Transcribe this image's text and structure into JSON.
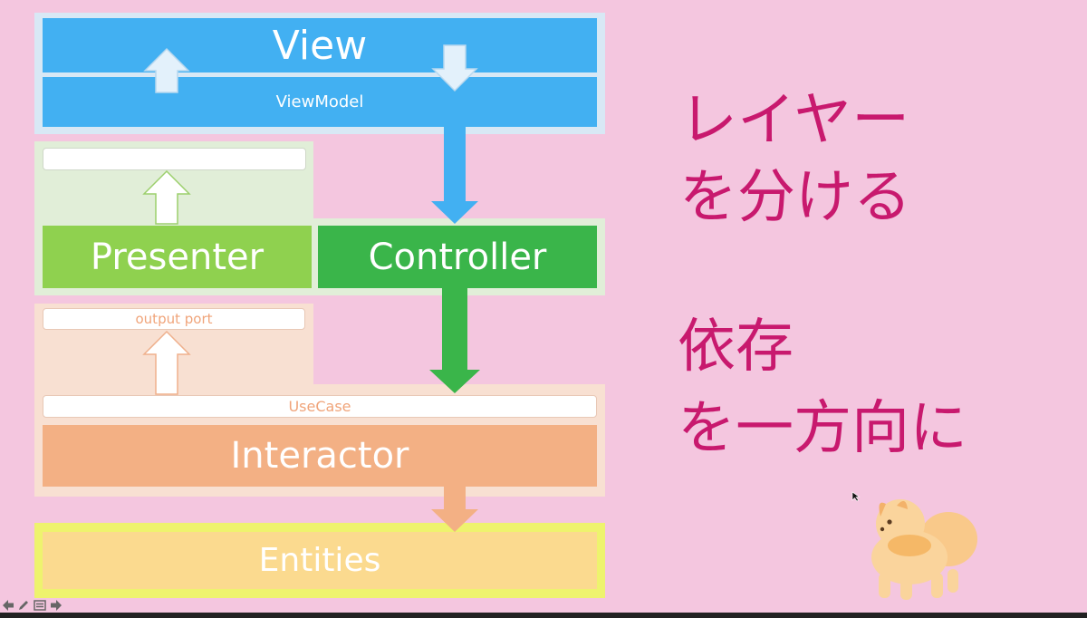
{
  "diagram": {
    "view": "View",
    "viewmodel": "ViewModel",
    "presenter": "Presenter",
    "controller": "Controller",
    "output_port": "output port",
    "usecase": "UseCase",
    "interactor": "Interactor",
    "entities": "Entities"
  },
  "headline": {
    "line1": "レイヤー",
    "line2": "を分ける"
  },
  "subheadline": {
    "line1": "依存",
    "line2": "を一方向に"
  },
  "colors": {
    "background": "#f4c6df",
    "view_blue": "#42b0f2",
    "presenter_green": "#8fd14f",
    "controller_green": "#3ab54a",
    "interactor_orange": "#f3b084",
    "entities_yellow": "#fbda8f",
    "text_magenta": "#c8196e"
  },
  "icons": {
    "mascot": "pomeranian-dog-illustration",
    "toolbar": [
      "arrow-left-icon",
      "pen-icon",
      "menu-icon",
      "arrow-right-icon"
    ]
  }
}
